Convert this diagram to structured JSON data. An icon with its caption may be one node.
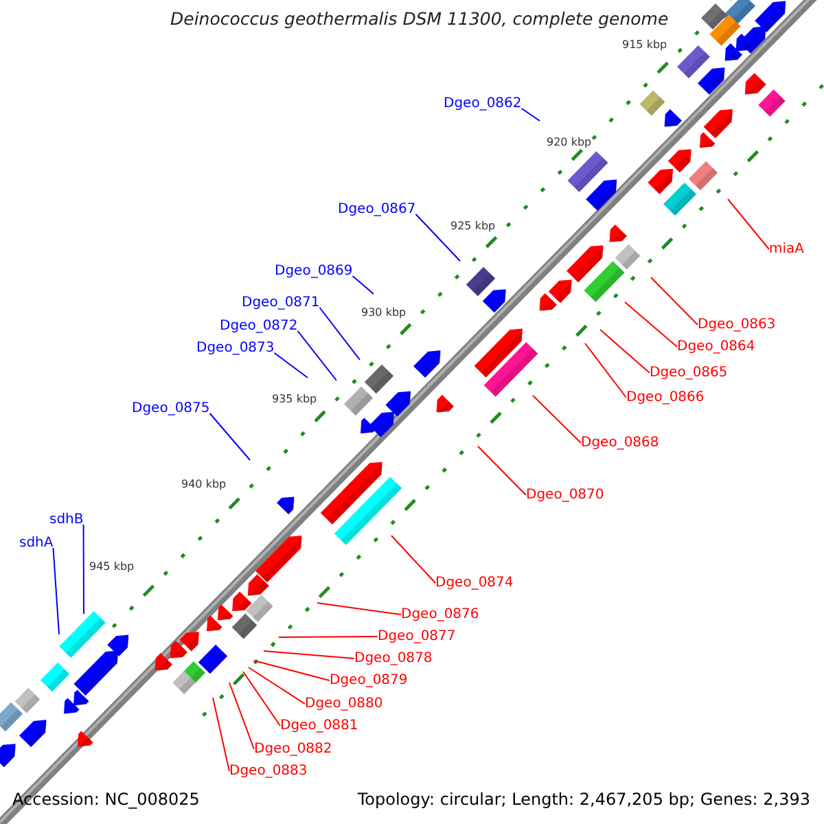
{
  "diagram": {
    "title": "Deinococcus geothermalis DSM 11300, complete genome",
    "nodes": [
      {
        "text": [
          "Dgeo_0862"
        ]
      },
      {
        "text": [
          "Dgeo_0867"
        ]
      },
      {
        "text": [
          "Dgeo_0869"
        ]
      },
      {
        "text": [
          "Dgeo_0871"
        ]
      },
      {
        "text": [
          "Dgeo_0872"
        ]
      },
      {
        "text": [
          "Dgeo_0873"
        ]
      },
      {
        "text": [
          "Dgeo_0875"
        ]
      },
      {
        "text": [
          "sdhB"
        ]
      },
      {
        "text": [
          "sdhA"
        ]
      },
      {
        "text": [
          "miaA"
        ]
      },
      {
        "text": [
          "Dgeo_0863"
        ]
      },
      {
        "text": [
          "Dgeo_0864"
        ]
      },
      {
        "text": [
          "Dgeo_0865"
        ]
      },
      {
        "text": [
          "Dgeo_0866"
        ]
      },
      {
        "text": [
          "Dgeo_0868"
        ]
      },
      {
        "text": [
          "Dgeo_0870"
        ]
      },
      {
        "text": [
          "Dgeo_0874"
        ]
      },
      {
        "text": [
          "Dgeo_0876"
        ]
      },
      {
        "text": [
          "Dgeo_0877"
        ]
      },
      {
        "text": [
          "Dgeo_0878"
        ]
      },
      {
        "text": [
          "Dgeo_0879"
        ]
      },
      {
        "text": [
          "Dgeo_0880"
        ]
      },
      {
        "text": [
          "Dgeo_0881"
        ]
      },
      {
        "text": [
          "Dgeo_0882"
        ]
      },
      {
        "text": [
          "Dgeo_0883"
        ]
      }
    ],
    "edges": [
      {
        "from": 0,
        "to": null,
        "arrow": "none",
        "color": "#0000ff"
      },
      {
        "from": 1,
        "to": null,
        "arrow": "none",
        "color": "#0000ff"
      },
      {
        "from": 2,
        "to": null,
        "arrow": "none",
        "color": "#0000ff"
      },
      {
        "from": 3,
        "to": null,
        "arrow": "none",
        "color": "#0000ff"
      },
      {
        "from": 4,
        "to": null,
        "arrow": "none",
        "color": "#0000ff"
      },
      {
        "from": 5,
        "to": null,
        "arrow": "none",
        "color": "#0000ff"
      },
      {
        "from": 6,
        "to": null,
        "arrow": "none",
        "color": "#0000ff"
      },
      {
        "from": 7,
        "to": null,
        "arrow": "none",
        "color": "#0000ff"
      },
      {
        "from": 8,
        "to": null,
        "arrow": "none",
        "color": "#0000ff"
      },
      {
        "from": 9,
        "to": null,
        "arrow": "none"
      },
      {
        "from": 10,
        "to": null,
        "arrow": "none"
      },
      {
        "from": 11,
        "to": null,
        "arrow": "none"
      },
      {
        "from": 12,
        "to": null,
        "arrow": "none"
      },
      {
        "from": 13,
        "to": null,
        "arrow": "none"
      },
      {
        "from": 14,
        "to": null,
        "arrow": "none"
      },
      {
        "from": 15,
        "to": null,
        "arrow": "none"
      },
      {
        "from": 16,
        "to": null,
        "arrow": "none"
      },
      {
        "from": 17,
        "to": null,
        "arrow": "none"
      },
      {
        "from": 18,
        "to": null,
        "arrow": "none"
      },
      {
        "from": 19,
        "to": null,
        "arrow": "none"
      },
      {
        "from": 20,
        "to": null,
        "arrow": "none"
      },
      {
        "from": 21,
        "to": null,
        "arrow": "none"
      },
      {
        "from": 22,
        "to": null,
        "arrow": "none"
      },
      {
        "from": 23,
        "to": null,
        "arrow": "none"
      },
      {
        "from": 24,
        "to": null,
        "arrow": "none"
      }
    ],
    "labels": [
      "915 kbp",
      "920 kbp",
      "925 kbp",
      "930 kbp",
      "935 kbp",
      "940 kbp",
      "945 kbp",
      "Accession: NC_008025",
      "Topology: circular; Length: 2,467,205 bp; Genes: 2,393"
    ]
  }
}
